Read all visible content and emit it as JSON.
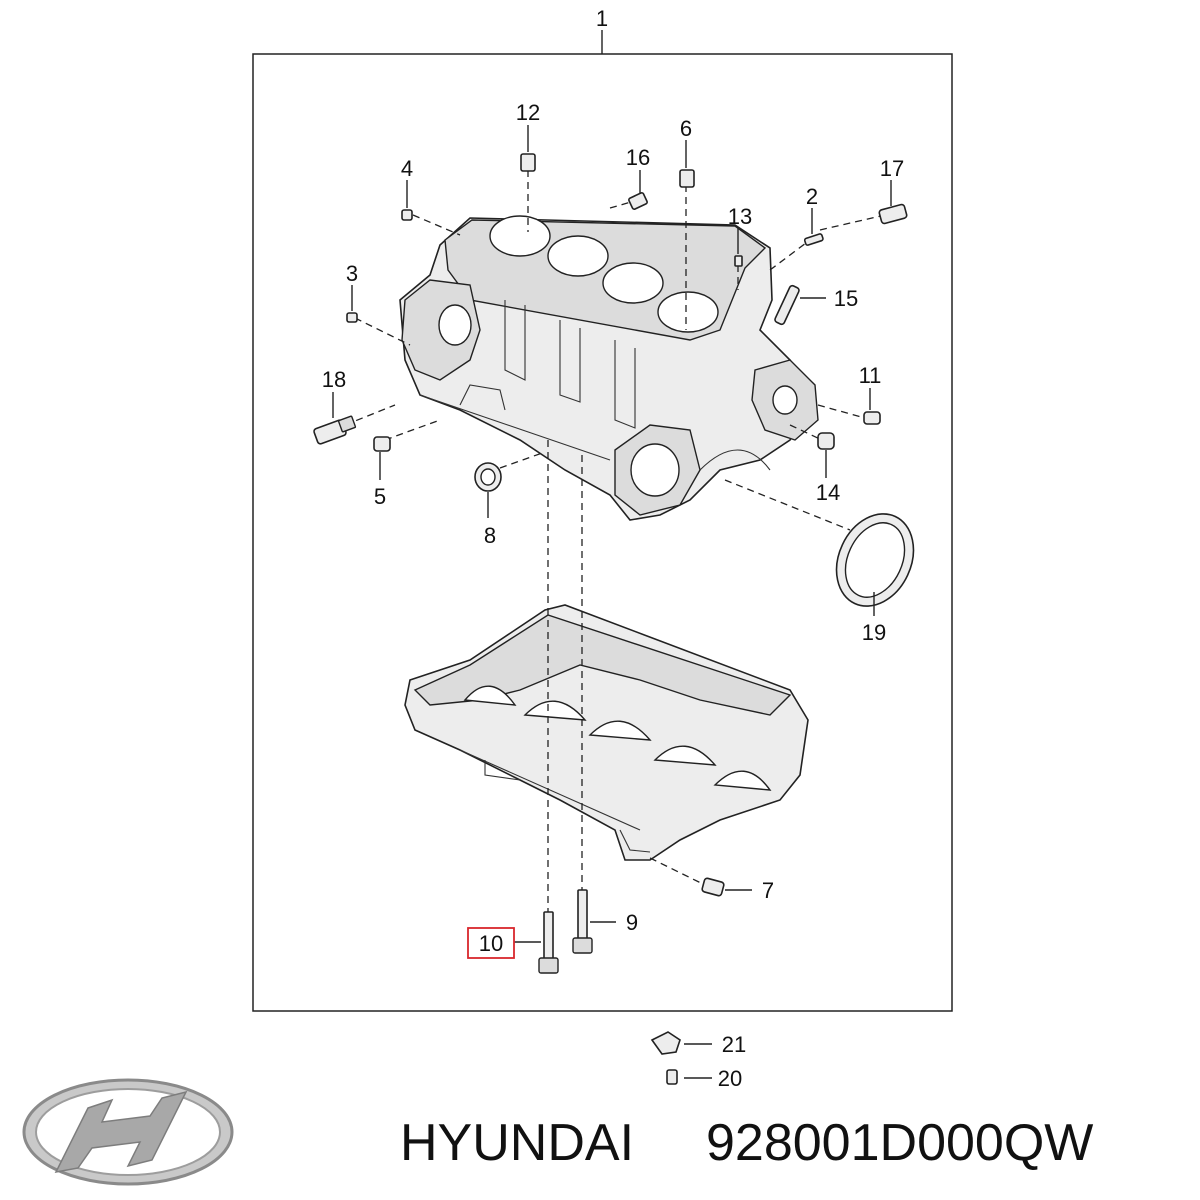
{
  "callouts": [
    {
      "id": "1",
      "text": "1"
    },
    {
      "id": "2",
      "text": "2"
    },
    {
      "id": "3",
      "text": "3"
    },
    {
      "id": "4",
      "text": "4"
    },
    {
      "id": "5",
      "text": "5"
    },
    {
      "id": "6",
      "text": "6"
    },
    {
      "id": "7",
      "text": "7"
    },
    {
      "id": "8",
      "text": "8"
    },
    {
      "id": "9",
      "text": "9"
    },
    {
      "id": "10",
      "text": "10"
    },
    {
      "id": "11",
      "text": "11"
    },
    {
      "id": "12",
      "text": "12"
    },
    {
      "id": "13",
      "text": "13"
    },
    {
      "id": "14",
      "text": "14"
    },
    {
      "id": "15",
      "text": "15"
    },
    {
      "id": "16",
      "text": "16"
    },
    {
      "id": "17",
      "text": "17"
    },
    {
      "id": "18",
      "text": "18"
    },
    {
      "id": "19",
      "text": "19"
    },
    {
      "id": "20",
      "text": "20"
    },
    {
      "id": "21",
      "text": "21"
    }
  ],
  "highlighted_callout": "10",
  "brand": {
    "logo_icon": "hyundai-logo-icon",
    "name": "HYUNDAI",
    "part_number": "928001D000QW"
  },
  "colors": {
    "highlight_box": "#d9262c",
    "line": "#222222",
    "part_fill": "#ededed"
  }
}
